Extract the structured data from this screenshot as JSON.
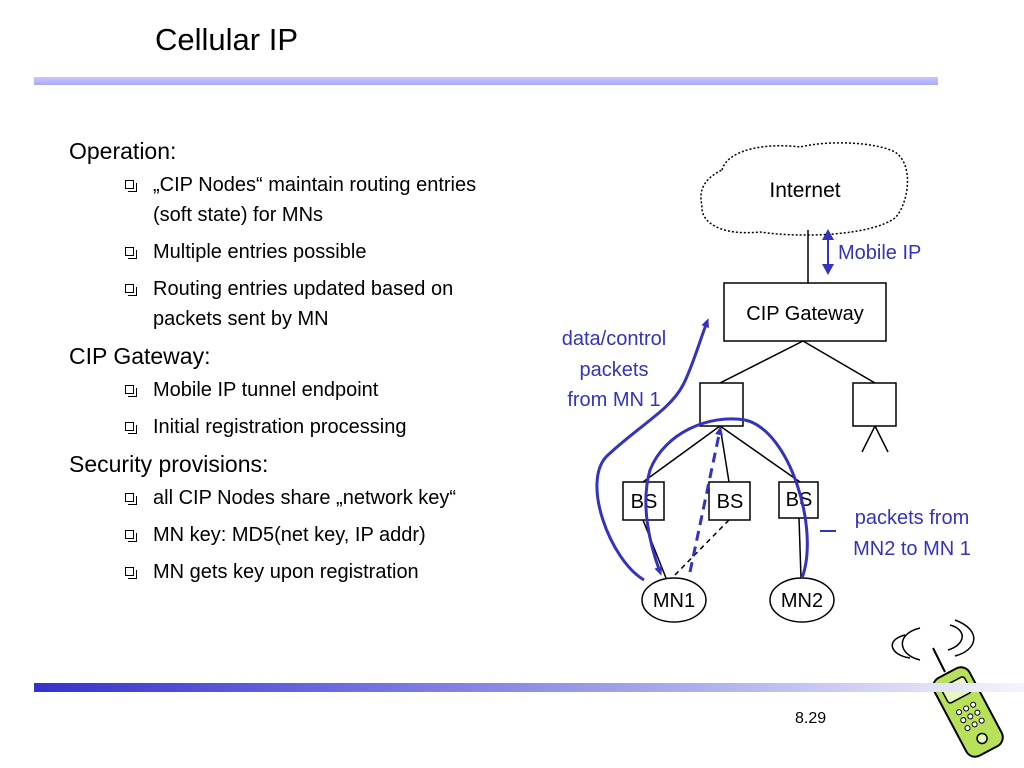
{
  "slide": {
    "title": "Cellular IP",
    "page_number": "8.29"
  },
  "sections": [
    {
      "heading": "Operation:",
      "bullets": [
        "„CIP Nodes“ maintain routing entries (soft state) for MNs",
        "Multiple entries possible",
        "Routing entries updated based on packets sent by MN"
      ]
    },
    {
      "heading": "CIP Gateway:",
      "bullets": [
        "Mobile IP tunnel endpoint",
        "Initial registration processing"
      ]
    },
    {
      "heading": "Security provisions:",
      "bullets": [
        "all CIP Nodes share „network key“",
        "MN key: MD5(net key, IP addr)",
        "MN gets key upon registration"
      ]
    }
  ],
  "diagram": {
    "internet": "Internet",
    "mobile_ip": "Mobile IP",
    "cip_gateway": "CIP Gateway",
    "bs1": "BS",
    "bs2": "BS",
    "bs3": "BS",
    "mn1": "MN1",
    "mn2": "MN2",
    "annotation_left": [
      "data/control",
      "packets",
      "from MN 1"
    ],
    "annotation_right": [
      "packets from",
      "MN2 to MN 1"
    ],
    "accent_color": "#3333bb",
    "phone_icon": "mobile-phone-icon"
  }
}
